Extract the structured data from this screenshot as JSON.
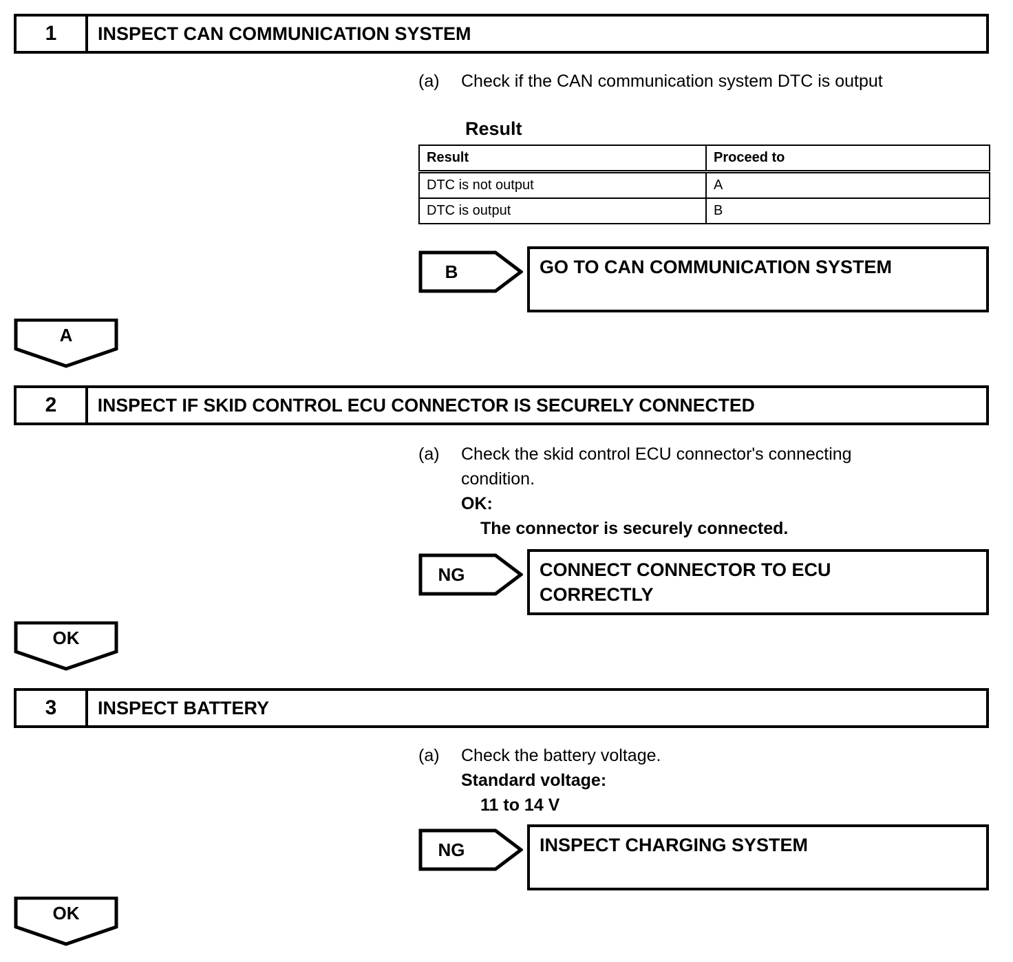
{
  "document": {
    "type": "diagnostic-flowchart"
  },
  "steps": [
    {
      "number": "1",
      "title": "INSPECT CAN COMMUNICATION SYSTEM",
      "procedure": {
        "label": "(a)",
        "lines": [
          "Check if the CAN communication system DTC is output"
        ]
      },
      "result_table": {
        "caption": "Result",
        "headers": [
          "Result",
          "Proceed to"
        ],
        "rows": [
          [
            "DTC is not output",
            "A"
          ],
          [
            "DTC is output",
            "B"
          ]
        ]
      },
      "branch": {
        "tag": "B",
        "action_lines": [
          "GO TO CAN COMMUNICATION SYSTEM"
        ]
      },
      "connector": "A"
    },
    {
      "number": "2",
      "title": "INSPECT IF SKID CONTROL ECU CONNECTOR IS SECURELY CONNECTED",
      "procedure": {
        "label": "(a)",
        "lines": [
          "Check the skid control ECU connector's connecting",
          "condition."
        ],
        "spec_label": "OK:",
        "spec_value": "The connector is securely connected."
      },
      "branch": {
        "tag": "NG",
        "action_lines": [
          "CONNECT CONNECTOR TO ECU",
          "CORRECTLY"
        ]
      },
      "connector": "OK"
    },
    {
      "number": "3",
      "title": "INSPECT BATTERY",
      "procedure": {
        "label": "(a)",
        "lines": [
          "Check the battery voltage."
        ],
        "spec_label": "Standard voltage:",
        "spec_value": "11 to 14 V"
      },
      "branch": {
        "tag": "NG",
        "action_lines": [
          "INSPECT CHARGING SYSTEM"
        ]
      },
      "connector": "OK"
    }
  ],
  "colors": {
    "ink": "#000000",
    "paper": "#ffffff"
  }
}
